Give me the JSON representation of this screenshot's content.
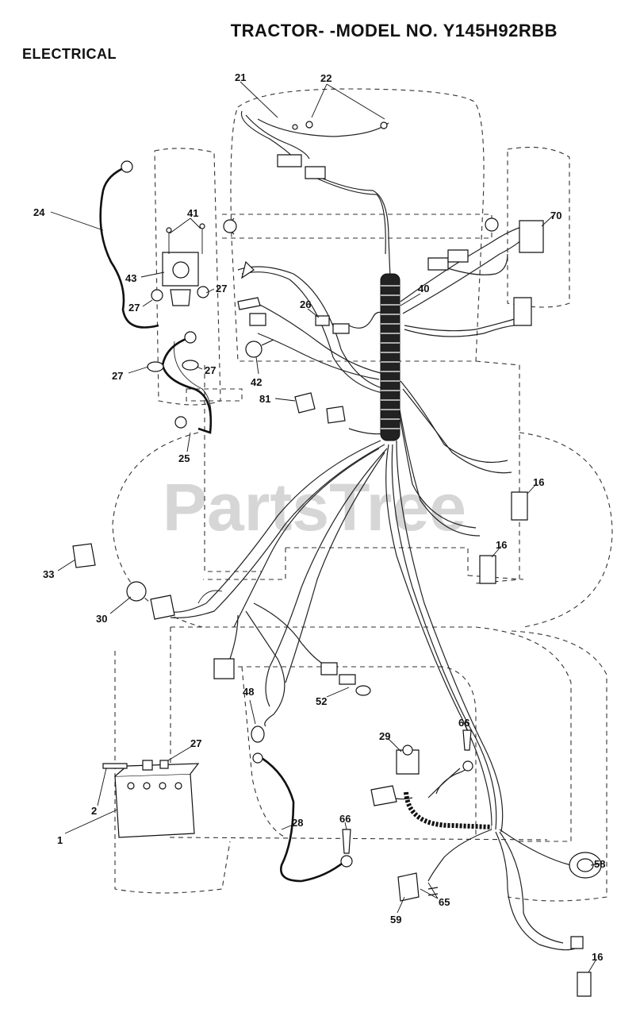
{
  "header": {
    "title": "TRACTOR- -MODEL NO. Y145H92RBB",
    "section": "ELECTRICAL"
  },
  "watermark": "PartsTree",
  "callouts": [
    "21",
    "22",
    "24",
    "41",
    "43",
    "27",
    "27",
    "27",
    "27",
    "42",
    "26",
    "40",
    "70",
    "81",
    "25",
    "16",
    "16",
    "33",
    "30",
    "48",
    "52",
    "29",
    "66",
    "66",
    "27",
    "2",
    "1",
    "28",
    "58",
    "59",
    "65",
    "16"
  ]
}
